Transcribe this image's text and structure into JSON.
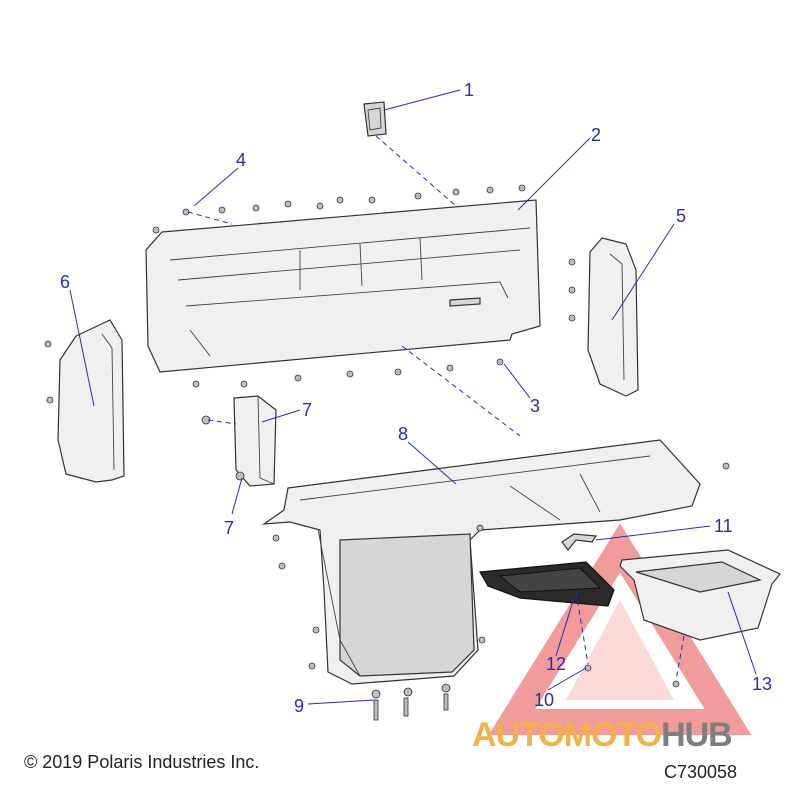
{
  "callouts": [
    "1",
    "2",
    "3",
    "4",
    "5",
    "6",
    "7",
    "7",
    "8",
    "9",
    "10",
    "11",
    "12",
    "13"
  ],
  "copyright": "© 2019 Polaris Industries Inc.",
  "figure_code": "C730058",
  "watermark": {
    "part1": "AUTOMOTO",
    "part2": "HUB"
  },
  "colors": {
    "callout": "#2b2bb8",
    "watermark_red": "#e64a4a",
    "watermark_orange": "#f2b24a",
    "watermark_gray": "#7e7e7e"
  }
}
